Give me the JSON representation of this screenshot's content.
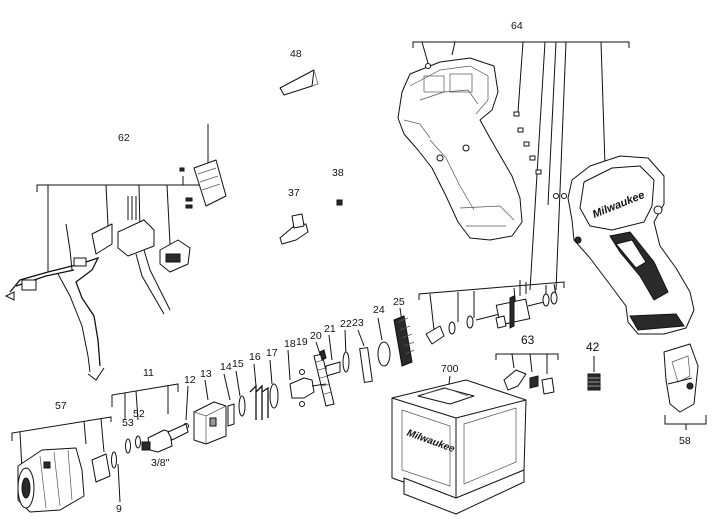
{
  "callouts": {
    "c64": "64",
    "c48": "48",
    "c62": "62",
    "c38": "38",
    "c37": "37",
    "c25": "25",
    "c24": "24",
    "c23": "23",
    "c22": "22",
    "c21": "21",
    "c20": "20",
    "c19": "19",
    "c18": "18",
    "c17": "17",
    "c16": "16",
    "c15": "15",
    "c14": "14",
    "c13": "13",
    "c12": "12",
    "c11": "11",
    "c53": "53",
    "c52": "52",
    "c57": "57",
    "c9": "9",
    "c38in": "3/8\"",
    "c700": "700",
    "c63": "63",
    "c42": "42",
    "c58": "58"
  },
  "brand": {
    "logo_text": "Milwaukee",
    "accent": "#111111"
  }
}
